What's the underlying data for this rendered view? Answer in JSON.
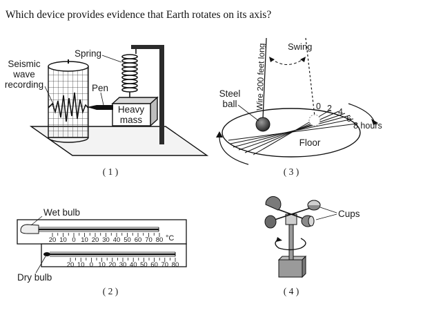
{
  "question": "Which device provides evidence that Earth rotates on its axis?",
  "diagrams": {
    "seismograph": {
      "number": "( 1 )",
      "label_seismic_line1": "Seismic",
      "label_seismic_line2": "wave",
      "label_seismic_line3": "recording",
      "label_spring": "Spring",
      "label_pen": "Pen",
      "label_mass_line1": "Heavy",
      "label_mass_line2": "mass"
    },
    "psychrometer": {
      "number": "( 2 )",
      "label_wet_bulb": "Wet bulb",
      "label_dry_bulb": "Dry bulb",
      "unit": "°C",
      "scale_labels": [
        "20",
        "10",
        "0",
        "10",
        "20",
        "30",
        "40",
        "50",
        "60",
        "70",
        "80"
      ]
    },
    "pendulum": {
      "number": "( 3 )",
      "label_swing": "Swing",
      "label_wire": "Wire 200 feet long",
      "label_ball_line1": "Steel",
      "label_ball_line2": "ball",
      "label_floor": "Floor",
      "hour_marks": [
        "0",
        "2",
        "4",
        "6"
      ],
      "label_hours": "8 hours"
    },
    "anemometer": {
      "number": "( 4 )",
      "label_cups": "Cups"
    }
  }
}
